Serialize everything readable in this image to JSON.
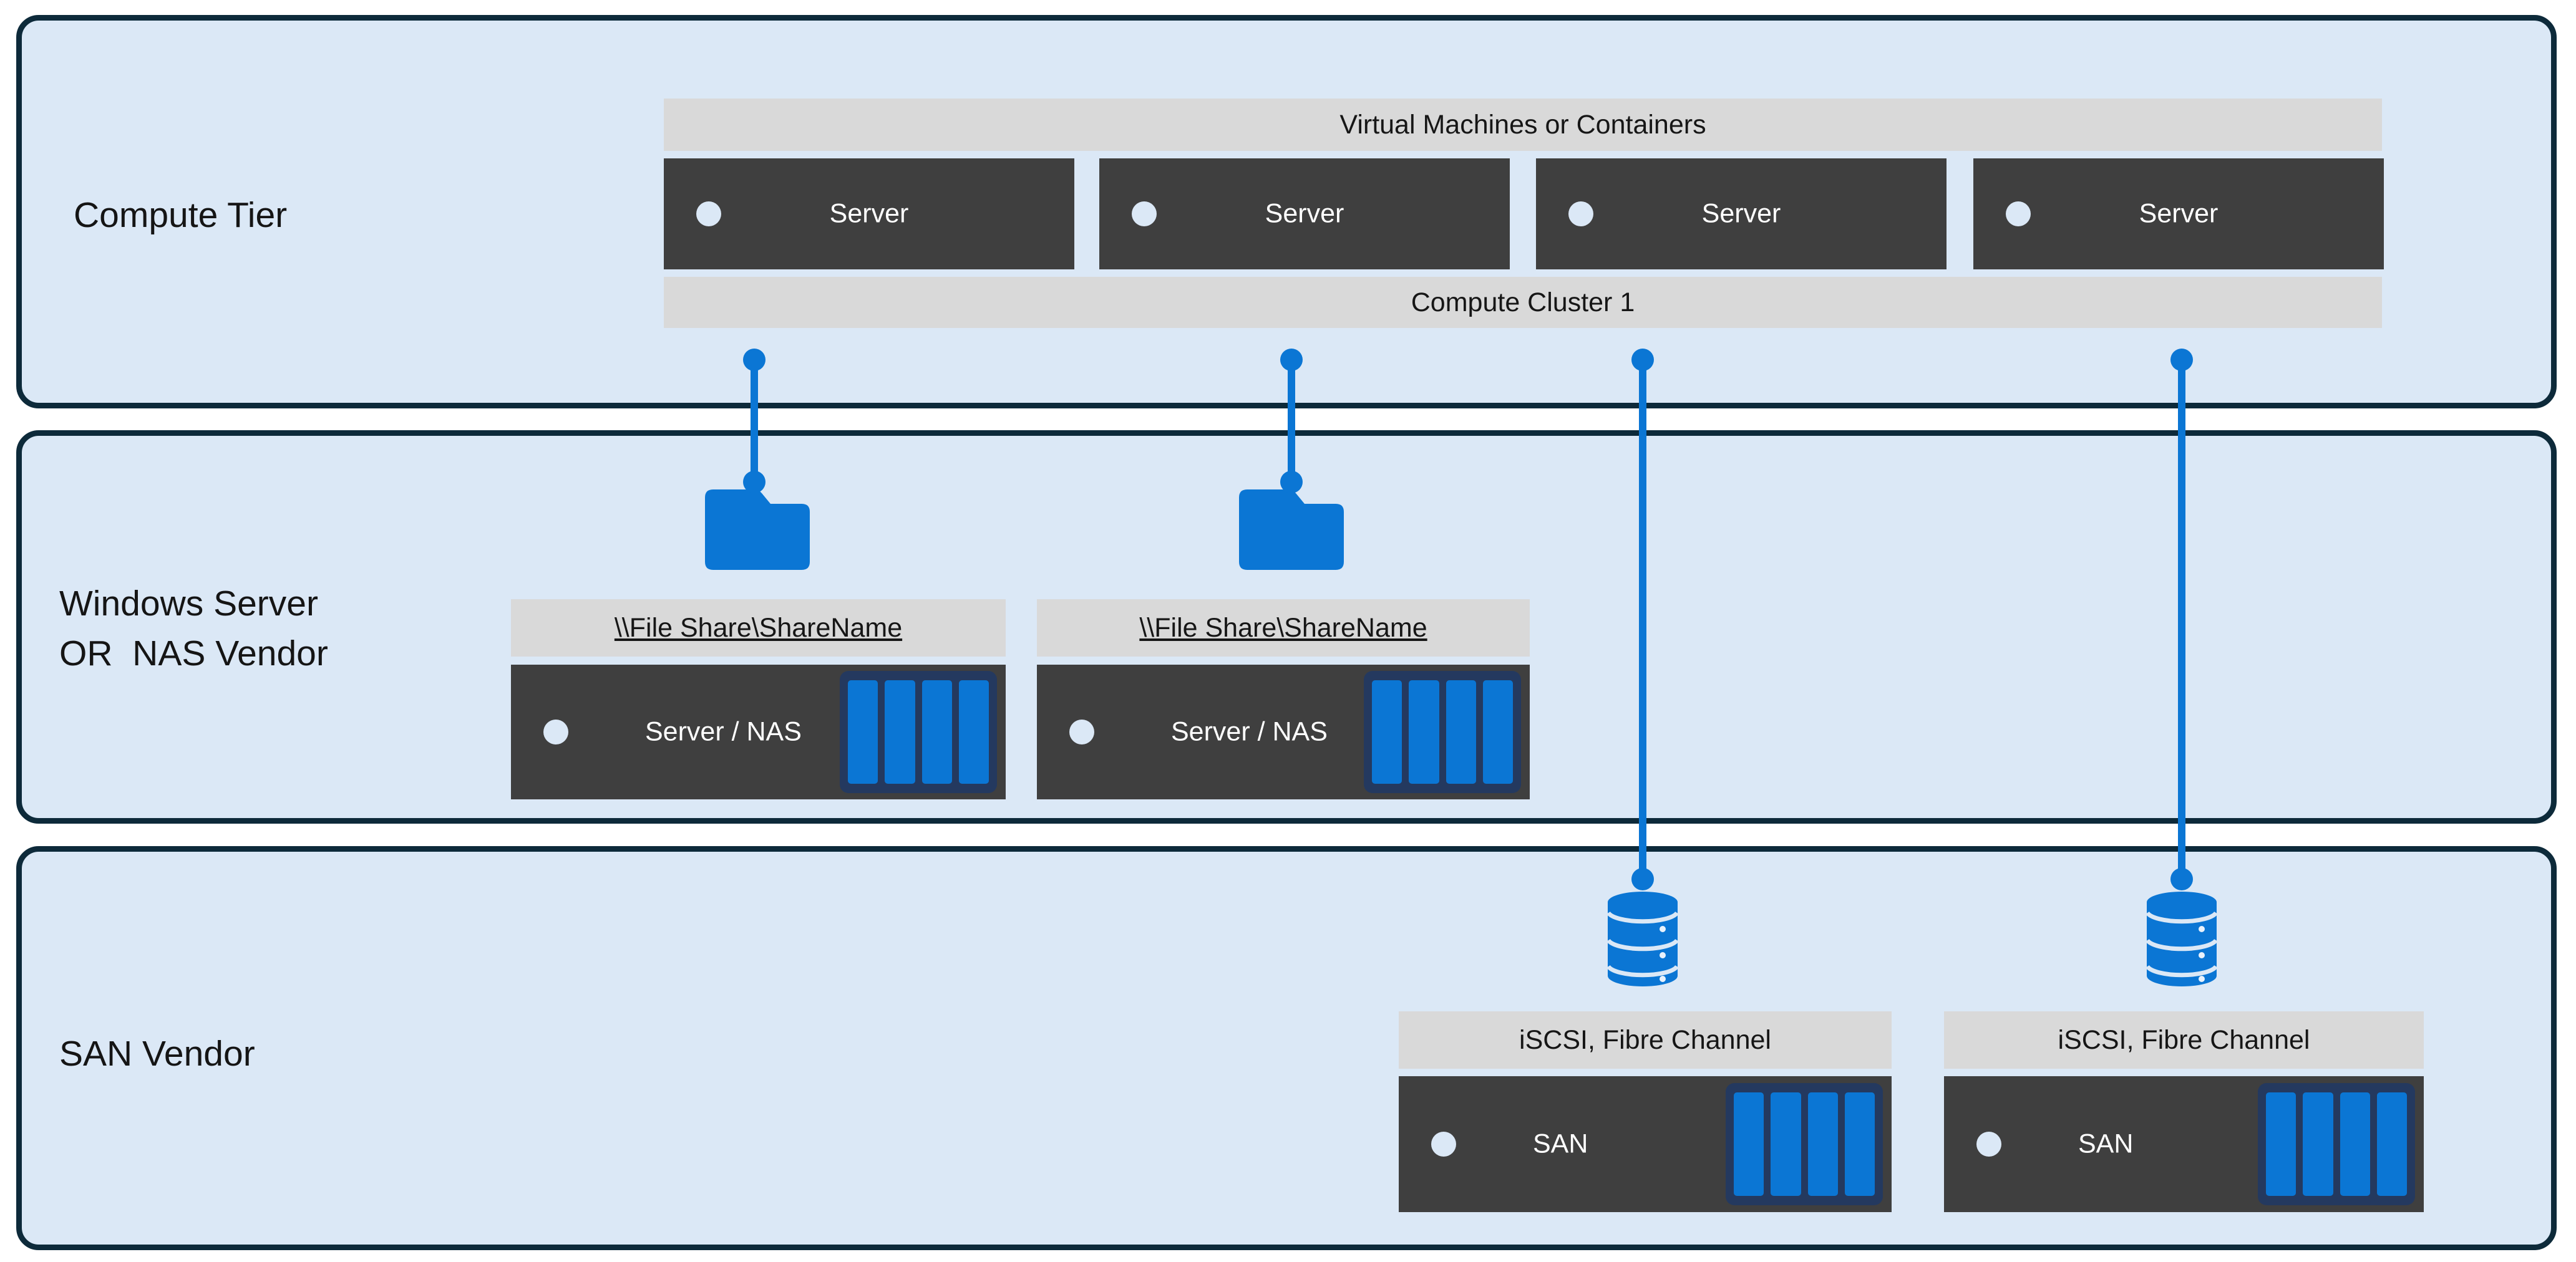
{
  "colors": {
    "accent_blue": "#0b76d4",
    "tier_border_navy": "#0d2a3a",
    "tier_fill_blue": "#dbe8f6",
    "bar_gray": "#d9d9d9",
    "box_dark_gray": "#3f3f3f",
    "disk_array_navy": "#24395f",
    "page_background": "#ffffff"
  },
  "tiers": {
    "compute": {
      "label": "Compute Tier"
    },
    "nas": {
      "label": "Windows Server\nOR  NAS Vendor"
    },
    "san": {
      "label": "SAN Vendor"
    }
  },
  "compute": {
    "vm_header": "Virtual Machines or Containers",
    "cluster_label": "Compute Cluster 1",
    "servers": [
      {
        "label": "Server"
      },
      {
        "label": "Server"
      },
      {
        "label": "Server"
      },
      {
        "label": "Server"
      }
    ]
  },
  "nas": {
    "groups": [
      {
        "share_label": "\\\\File Share\\ShareName",
        "box_label": "Server / NAS"
      },
      {
        "share_label": "\\\\File Share\\ShareName",
        "box_label": "Server / NAS"
      }
    ]
  },
  "san": {
    "groups": [
      {
        "protocol_label": "iSCSI, Fibre Channel",
        "box_label": "SAN"
      },
      {
        "protocol_label": "iSCSI, Fibre Channel",
        "box_label": "SAN"
      }
    ]
  }
}
